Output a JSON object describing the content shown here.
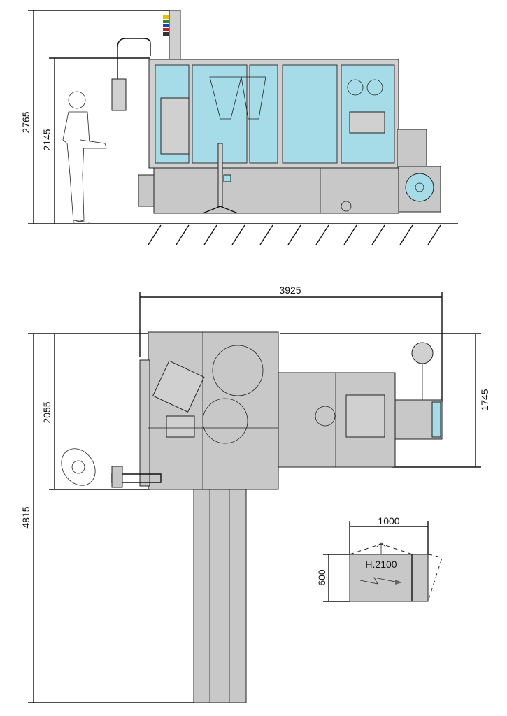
{
  "side_view": {
    "dimensions": {
      "overall_height": "2765",
      "cabinet_height": "2145"
    }
  },
  "top_view": {
    "dimensions": {
      "overall_length": "3925",
      "right_depth": "1745",
      "left_depth": "2055",
      "overall_depth": "4815"
    }
  },
  "electrical_cabinet": {
    "width": "1000",
    "depth": "600",
    "height_label": "H.2100"
  },
  "colors": {
    "guard_blue": "#a6dbe8",
    "body_gray": "#c8c8c8"
  }
}
